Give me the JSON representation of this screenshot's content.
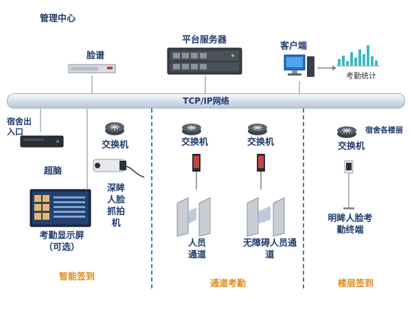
{
  "header": {
    "title": "管理中心"
  },
  "network": {
    "label": "TCP/IP网络"
  },
  "devices": {
    "face_library": "脸谱",
    "platform_server": "平台服务器",
    "client": "客户端",
    "attendance_stats": "考勤统计",
    "dorm_entrance": "宿舍出入口",
    "superbrain": "超脑",
    "switch_1": "交换机",
    "face_camera": "深眸人脸抓拍机",
    "attendance_display": "考勤显示屏\n（可选）",
    "switch_2": "交换机",
    "switch_3": "交换机",
    "gate_1": "人员通道",
    "gate_2": "无障碍人员通道",
    "dorm_floors": "宿舍各楼层",
    "switch_4": "交换机",
    "face_terminal": "明眸人脸考勤终端"
  },
  "sections": {
    "smart_checkin": "智能签到",
    "channel_attendance": "通道考勤",
    "floor_checkin": "楼层签到"
  },
  "colors": {
    "title": "#1f3a6e",
    "section": "#e08a1e",
    "divider": "#2e7fc1",
    "bars": "#3ab8c4"
  }
}
